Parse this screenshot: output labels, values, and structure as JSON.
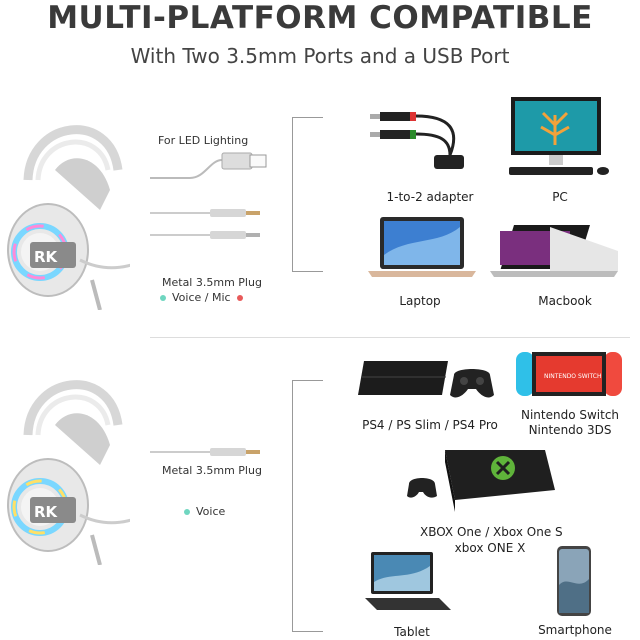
{
  "header": {
    "title": "MULTI-PLATFORM COMPATIBLE",
    "subtitle": "With Two 3.5mm Ports and a USB Port"
  },
  "top_section": {
    "usb_label": "For LED Lighting",
    "plug_label": "Metal 3.5mm Plug",
    "voice_mic_label": "Voice / Mic",
    "dot_colors": {
      "voice": "#6fd6c0",
      "mic": "#e85a5a"
    },
    "devices": {
      "adapter": "1-to-2 adapter",
      "pc": "PC",
      "laptop": "Laptop",
      "macbook": "Macbook"
    }
  },
  "bottom_section": {
    "plug_label": "Metal 3.5mm Plug",
    "voice_label": "Voice",
    "dot_color": "#6fd6c0",
    "devices": {
      "ps4": "PS4 / PS Slim / PS4 Pro",
      "switch_line1": "Nintendo Switch",
      "switch_line2": "Nintendo 3DS",
      "xbox_line1": "XBOX One / Xbox One S",
      "xbox_line2": "xbox ONE X",
      "tablet": "Tablet",
      "smartphone": "Smartphone"
    }
  },
  "logo_text": "RK",
  "switch_logo_text": "NINTENDO SWITCH"
}
